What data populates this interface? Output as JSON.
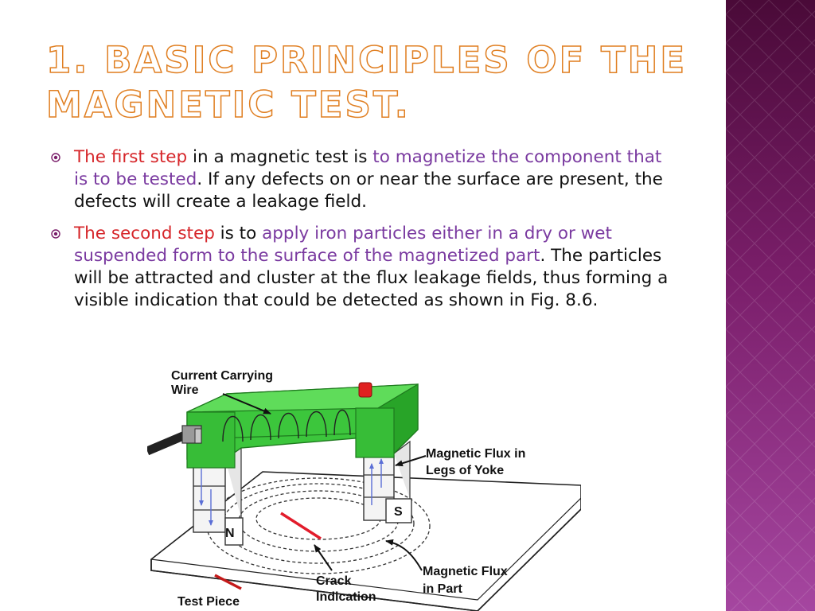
{
  "title": "1. Basic principles of the magnetic test.",
  "bullets": [
    {
      "a": "The first step",
      "b": " in a magnetic test is ",
      "c": "to magnetize the component that is to be tested",
      "d": ". If any defects on or near the surface are present, the defects will create a leakage field."
    },
    {
      "a": "The second step",
      "b": " is to ",
      "c": "apply iron particles either in a dry or wet suspended form to the surface of the magnetized part",
      "d": ". The particles will be attracted and cluster at the flux leakage fields, thus forming a visible indication that could be detected as shown in Fig. 8.6."
    }
  ],
  "figure": {
    "labels": {
      "wire_1": "Current Carrying",
      "wire_2": "Wire",
      "flux_legs_1": "Magnetic Flux in",
      "flux_legs_2": "Legs of Yoke",
      "flux_part_1": "Magnetic Flux",
      "flux_part_2": "in Part",
      "crack_1": "Crack",
      "crack_2": "Indication",
      "test_piece": "Test Piece",
      "pole_n": "N",
      "pole_s": "S"
    }
  },
  "colors": {
    "accent_red": "#d6262a",
    "accent_purple": "#7a3aa0",
    "title_outline": "#e07f22",
    "band": "#7a1e6a",
    "yoke": "#2fb52f"
  }
}
